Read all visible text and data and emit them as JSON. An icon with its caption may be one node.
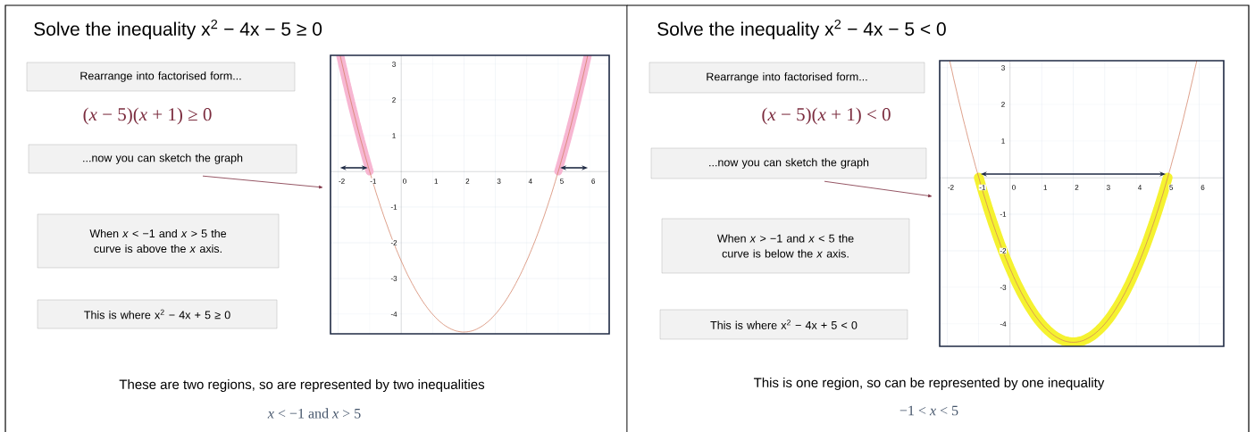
{
  "diagram": {
    "nodes": [
      {
        "text": [
          "Solve the inequality   x$^{2}$ − 4x − 5 ≥ 0"
        ]
      },
      {
        "text": [
          "Rearrange into factorised form..."
        ],
        "in": 0
      },
      {
        "text": [
          "...now you can sketch the graph"
        ],
        "in": 0
      },
      {
        "text": [
          "When *x* < −1 and *x* > 5 the curve is above the *x* axis."
        ],
        "in": 0
      },
      {
        "text": [
          "This is where x$^{2}$ − 4x + 5 ≥ 0"
        ],
        "in": 0
      },
      {
        "text": [],
        "shape": "picture",
        "in": 0
      },
      {
        "text": [
          "Solve the inequality    x$^{2}$ − 4x − 5 < 0"
        ]
      },
      {
        "text": [
          "Rearrange into factorised form..."
        ],
        "in": 6
      },
      {
        "text": [
          "...now you can sketch the graph"
        ],
        "in": 6
      },
      {
        "text": [
          "When *x* > −1 and *x* < 5 the curve is below the *x* axis."
        ],
        "in": 6
      },
      {
        "text": [
          "This is where x$^{2}$ − 4x + 5 < 0"
        ],
        "in": 6
      },
      {
        "text": [],
        "shape": "picture",
        "in": 6
      }
    ],
    "edges": [
      {
        "from": 2,
        "to": 5,
        "arrow": "to"
      },
      {
        "from": 8,
        "to": 11,
        "arrow": "to"
      }
    ],
    "labels": [
      "(*x* − 5)(*x* + 1) ≥ 0",
      "-2",
      "-1",
      "0",
      "1",
      "2",
      "3",
      "4",
      "5",
      "6",
      "3",
      "2",
      "1",
      "-1",
      "-2",
      "-3",
      "-4",
      "These are two regions, so are represented by two inequalities",
      "*x* < −1 and *x* > 5",
      "(*x* − 5)(*x* + 1) < 0",
      "-2",
      "-1",
      "0",
      "1",
      "2",
      "3",
      "4",
      "5",
      "6",
      "3",
      "2",
      "1",
      "-1",
      "-2",
      "-3",
      "-4",
      "This is one region, so can be represented by one inequality",
      "−1 < *x* < 5"
    ]
  }
}
